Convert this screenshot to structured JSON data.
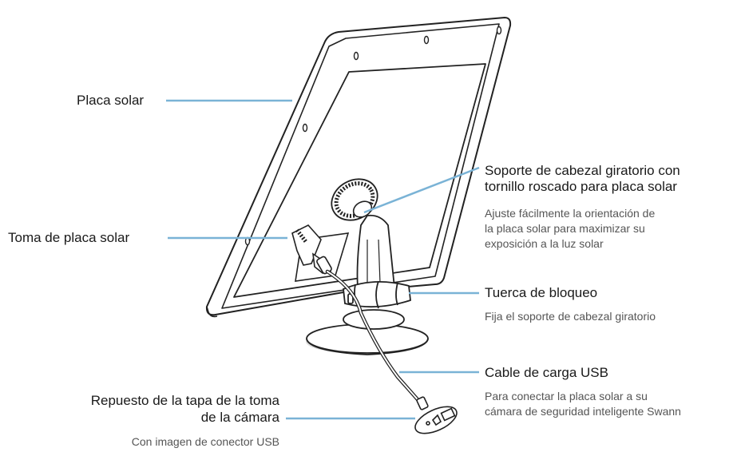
{
  "colors": {
    "leader_line": "#7ab3d6",
    "product_outline": "#222222",
    "product_fill": "#ffffff",
    "shadow": "#dddddd",
    "title_text": "#1a1a1a",
    "description_text": "#555555"
  },
  "labels": {
    "solar_panel": {
      "title": "Placa solar"
    },
    "solar_socket": {
      "title": "Toma de placa solar"
    },
    "swivel_mount": {
      "title_line1": "Soporte de cabezal giratorio con",
      "title_line2": "tornillo roscado para placa solar",
      "desc_line1": "Ajuste fácilmente la orientación de",
      "desc_line2": "la placa solar para maximizar su",
      "desc_line3": "exposición a la luz solar"
    },
    "lock_nut": {
      "title": "Tuerca de bloqueo",
      "desc": "Fija el soporte de cabezal giratorio"
    },
    "usb_cable": {
      "title": "Cable de carga USB",
      "desc_line1": "Para conectar la placa solar a su",
      "desc_line2": "cámara de seguridad inteligente Swann"
    },
    "spare_cap": {
      "title_line1": "Repuesto de la tapa de la toma",
      "title_line2": "de la cámara",
      "desc": "Con imagen de conector USB"
    }
  }
}
